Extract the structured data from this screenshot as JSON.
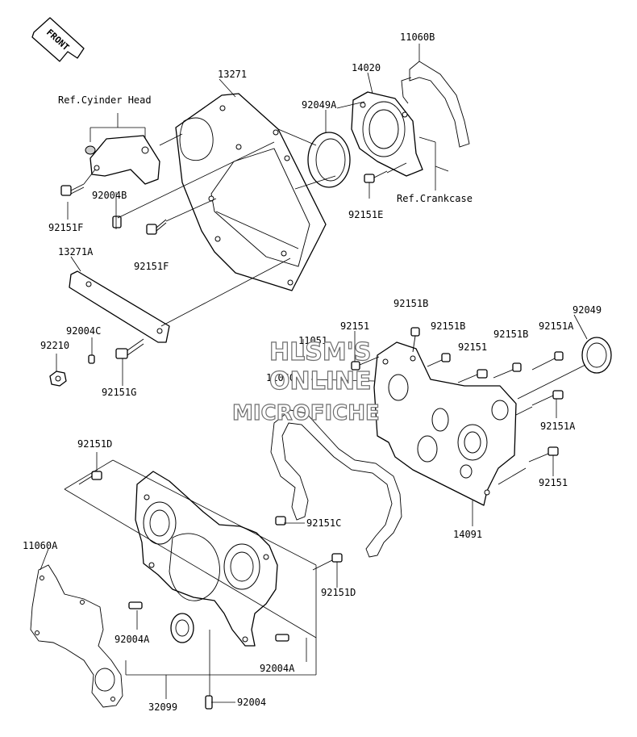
{
  "front_arrow": {
    "label": "FRONT"
  },
  "watermark": {
    "line1": "HLSM'S",
    "line2": "ONLINE",
    "line3": "MICROFICHE"
  },
  "labels": {
    "p13271": "13271",
    "ref_cyl": "Ref.Cyinder Head",
    "p92004B": "92004B",
    "p92151F_a": "92151F",
    "p92151F_b": "92151F",
    "p13271A": "13271A",
    "p92004C": "92004C",
    "p92210": "92210",
    "p92151G": "92151G",
    "p14020": "14020",
    "p11060B": "11060B",
    "p92049A": "92049A",
    "p92151E": "92151E",
    "ref_crank": "Ref.Crankcase",
    "p92151B_a": "92151B",
    "p92151_a": "92151",
    "p11051": "11051",
    "p11060": "11060",
    "p92151B_b": "92151B",
    "p92151_b": "92151",
    "p92151B_c": "92151B",
    "p92151A_a": "92151A",
    "p92049": "92049",
    "p92151A_b": "92151A",
    "p92151_c": "92151",
    "p14091": "14091",
    "p92151D_a": "92151D",
    "p92151C": "92151C",
    "p11060A": "11060A",
    "p92151D_b": "92151D",
    "p92004A_a": "92004A",
    "p92004A_b": "92004A",
    "p32099": "32099",
    "p92004": "92004"
  },
  "colors": {
    "line": "#000000",
    "watermark_stroke": "#6e6e6e",
    "background": "#ffffff"
  }
}
